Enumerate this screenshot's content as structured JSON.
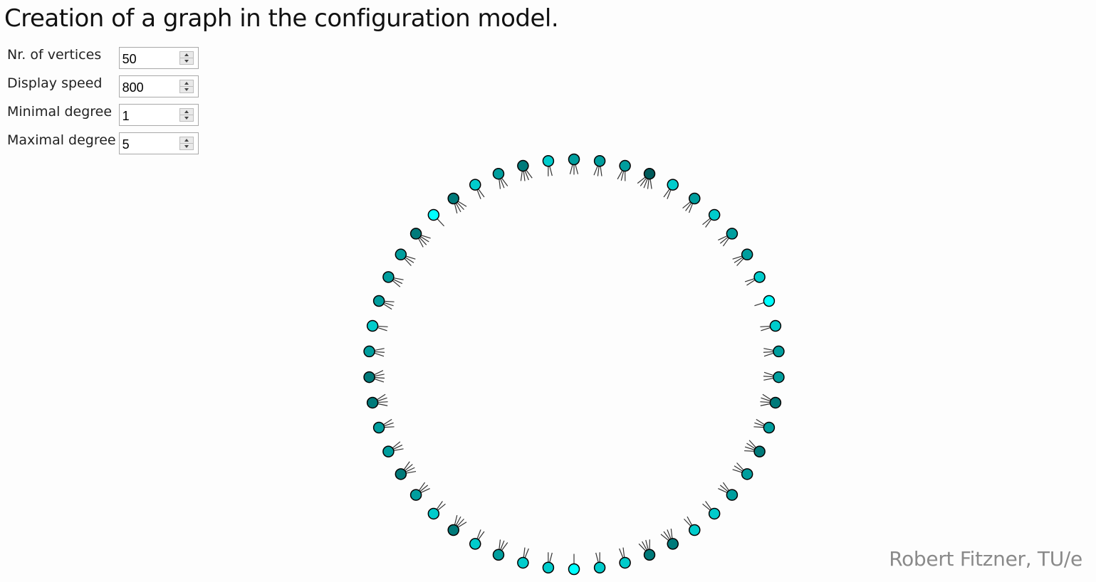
{
  "title": "Creation of a graph in the configuration model.",
  "controls": [
    {
      "name": "vertices",
      "label": "Nr. of vertices",
      "value": "50"
    },
    {
      "name": "speed",
      "label": "Display speed",
      "value": "800"
    },
    {
      "name": "min-degree",
      "label": "Minimal degree",
      "value": "1"
    },
    {
      "name": "max-degree",
      "label": "Maximal degree",
      "value": "5"
    }
  ],
  "credit": "Robert Fitzner, TU/e",
  "colors": {
    "1": "#00ffff",
    "2": "#00cccc",
    "3": "#009e9e",
    "4": "#007a7a",
    "5": "#005b5b",
    "outline": "#000000",
    "stub": "#333333"
  },
  "graph": {
    "vertex_degrees": [
      3,
      3,
      3,
      5,
      2,
      3,
      2,
      3,
      3,
      2,
      1,
      2,
      3,
      3,
      4,
      3,
      4,
      3,
      3,
      2,
      2,
      4,
      4,
      2,
      2,
      1,
      2,
      2,
      3,
      2,
      4,
      2,
      3,
      4,
      3,
      3,
      4,
      4,
      3,
      2,
      3,
      3,
      3,
      4,
      1,
      4,
      2,
      3,
      4,
      2
    ]
  }
}
